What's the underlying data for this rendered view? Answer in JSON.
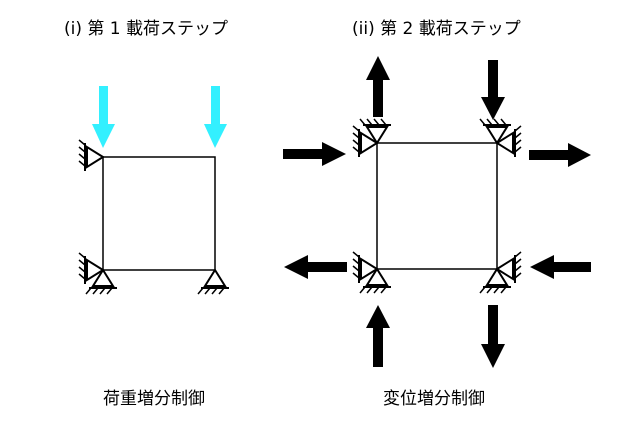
{
  "step1": {
    "title": "(i) 第 1 載荷ステップ",
    "caption": "荷重増分制御"
  },
  "step2": {
    "title": "(ii) 第 2 載荷ステップ",
    "caption": "変位増分制御"
  },
  "colors": {
    "load_arrow": "#33f0ff",
    "displacement_arrow": "#000000",
    "line": "#000000"
  }
}
